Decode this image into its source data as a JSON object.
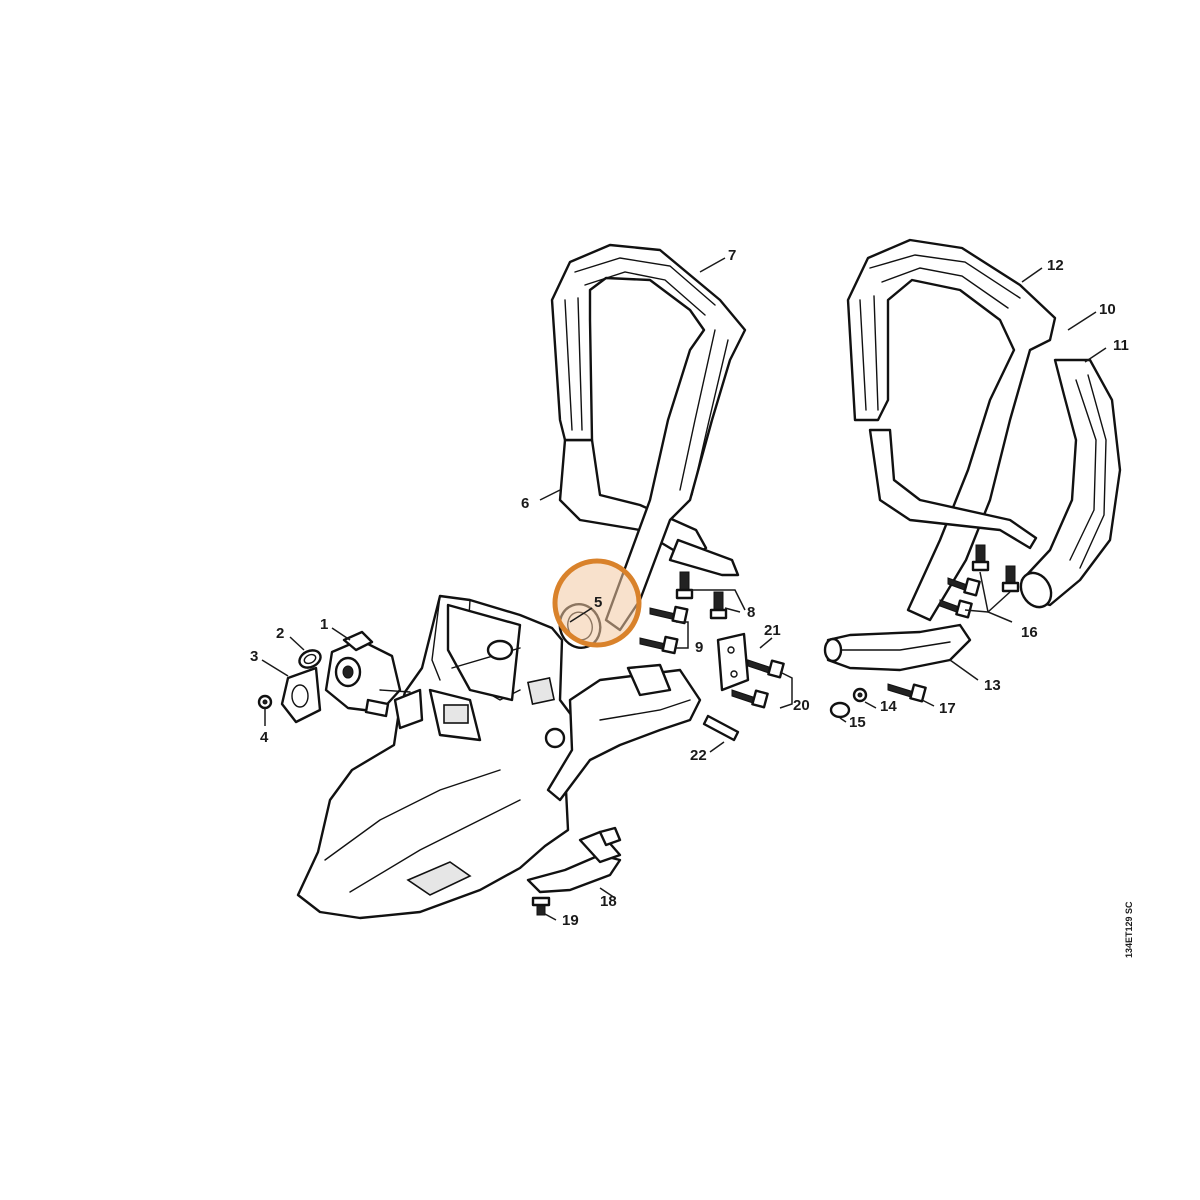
{
  "drawing_ref": "134ET129 SC",
  "highlight": {
    "part": "5",
    "color": "#d9822b"
  },
  "parts": [
    {
      "id": "p1",
      "label": "1"
    },
    {
      "id": "p2",
      "label": "2"
    },
    {
      "id": "p3",
      "label": "3"
    },
    {
      "id": "p4",
      "label": "4"
    },
    {
      "id": "p5",
      "label": "5"
    },
    {
      "id": "p6",
      "label": "6"
    },
    {
      "id": "p7",
      "label": "7"
    },
    {
      "id": "p8",
      "label": "8"
    },
    {
      "id": "p9",
      "label": "9"
    },
    {
      "id": "p10",
      "label": "10"
    },
    {
      "id": "p11",
      "label": "11"
    },
    {
      "id": "p12",
      "label": "12"
    },
    {
      "id": "p13",
      "label": "13"
    },
    {
      "id": "p14",
      "label": "14"
    },
    {
      "id": "p15",
      "label": "15"
    },
    {
      "id": "p16",
      "label": "16"
    },
    {
      "id": "p17",
      "label": "17"
    },
    {
      "id": "p18",
      "label": "18"
    },
    {
      "id": "p19",
      "label": "19"
    },
    {
      "id": "p20",
      "label": "20"
    },
    {
      "id": "p21",
      "label": "21"
    },
    {
      "id": "p22",
      "label": "22"
    }
  ]
}
